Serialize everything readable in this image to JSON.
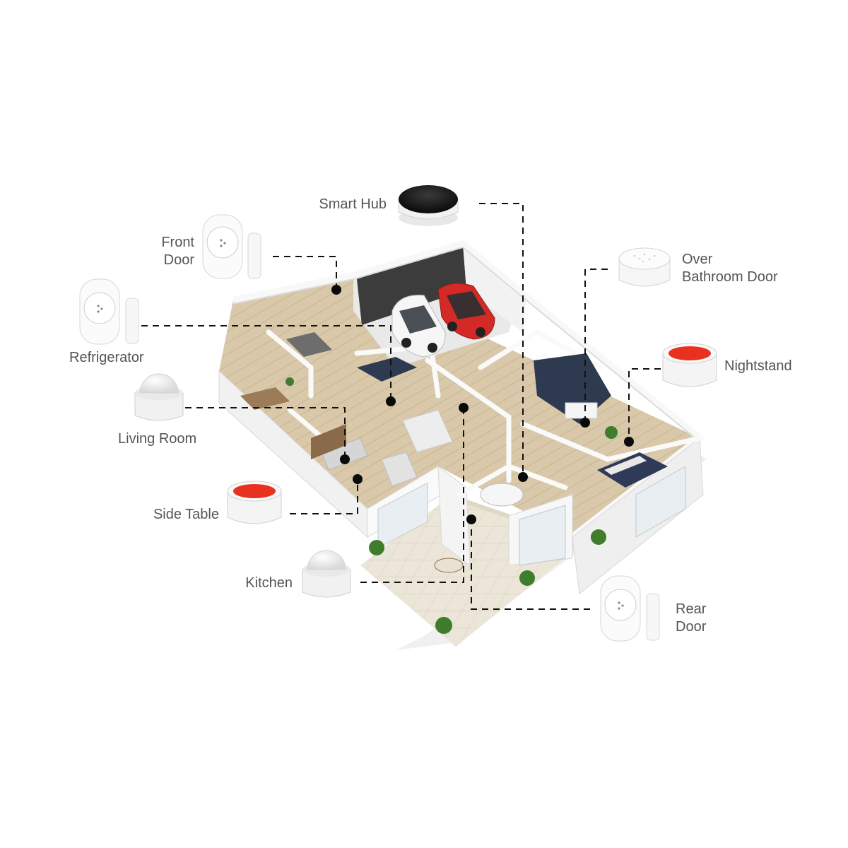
{
  "devices": [
    {
      "id": "smart-hub",
      "label": "Smart Hub",
      "kind": "hub-icon"
    },
    {
      "id": "front-door",
      "label": "Front\nDoor",
      "kind": "contact-sensor-icon"
    },
    {
      "id": "refrigerator",
      "label": "Refrigerator",
      "kind": "contact-sensor-icon"
    },
    {
      "id": "living-room",
      "label": "Living Room",
      "kind": "motion-sensor-icon"
    },
    {
      "id": "side-table",
      "label": "Side Table",
      "kind": "alarm-button-icon"
    },
    {
      "id": "kitchen",
      "label": "Kitchen",
      "kind": "motion-sensor-icon"
    },
    {
      "id": "over-bathroom-door",
      "label": "Over\nBathroom Door",
      "kind": "smoke-sensor-icon"
    },
    {
      "id": "nightstand",
      "label": "Nightstand",
      "kind": "alarm-button-icon"
    },
    {
      "id": "rear-door",
      "label": "Rear\nDoor",
      "kind": "contact-sensor-icon"
    }
  ],
  "colors": {
    "label_text": "#555555",
    "connector": "#111111",
    "floor_wood": "#d8c7a8",
    "wall": "#f4f4f4",
    "alarm_red": "#e8321f",
    "hub_black": "#141414",
    "car_red": "#d42a27",
    "garage_wall": "#3c3c3c",
    "patio_tile": "#ece6d8"
  }
}
